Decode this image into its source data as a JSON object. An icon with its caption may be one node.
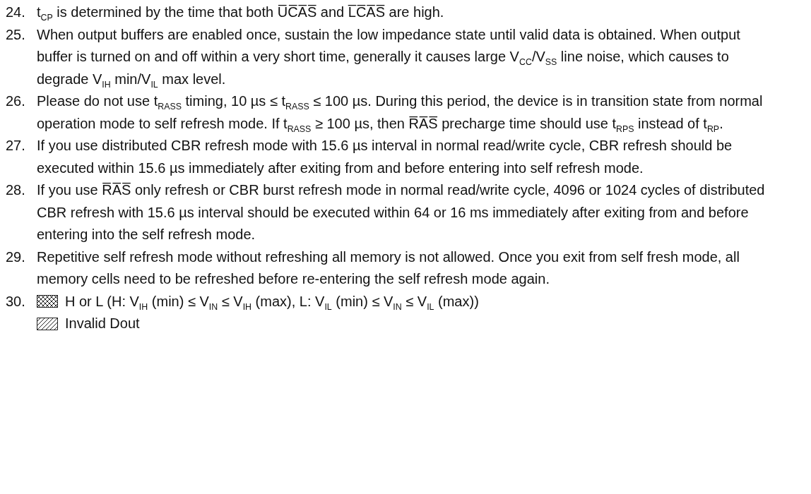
{
  "diagram": {
    "labels": [
      "24.",
      "t$_{CP}$ is determined by the time that both U̅C̅A̅S̅ and L̅C̅A̅S̅ are high.",
      "25.",
      "When output buffers are enabled once, sustain the low impedance state until valid data is obtained.  When output buffer is turned on and off within a very short time, generally it causes large V$_{CC}$/V$_{SS}$ line noise, which causes to degrade V$_{IH}$ min/V$_{IL}$ max  level.",
      "26.",
      "Please do not use t$_{RASS}$ timing, 10 µs ≤ t$_{RASS}$ ≤ 100 µs.  During this period, the device is in transition state from normal operation mode to self refresh mode.  If t$_{RASS}$ ≥ 100 µs, then R̅A̅S̅ precharge time should use t$_{RPS}$ instead of t$_{RP}$.",
      "27.",
      "If you use distributed CBR refresh mode with 15.6 µs interval in normal read/write cycle, CBR refresh should be executed within 15.6 µs immediately after exiting from and before entering  into self refresh mode.",
      "28.",
      "If you use R̅A̅S̅ only refresh or CBR burst refresh mode in normal read/write cycle, 4096 or 1024 cycles of distributed CBR refresh with 15.6 µs interval should be executed within 64 or 16 ms immediately after exiting from and before entering into the self refresh mode.",
      "29.",
      "Repetitive self refresh mode without refreshing all memory is not allowed.  Once you exit from self fresh mode, all memory cells need to be refreshed before re-entering the self refresh mode again.",
      "30."
    ],
    "legend": [
      {
        "text": "H or L (H: V$_{IH}$ (min) ≤ V$_{IN}$ ≤ V$_{IH}$ (max), L: V$_{IL}$ (min) ≤ V$_{IN}$ ≤ V$_{IL}$ (max))"
      },
      {
        "text": "Invalid Dout"
      }
    ]
  }
}
